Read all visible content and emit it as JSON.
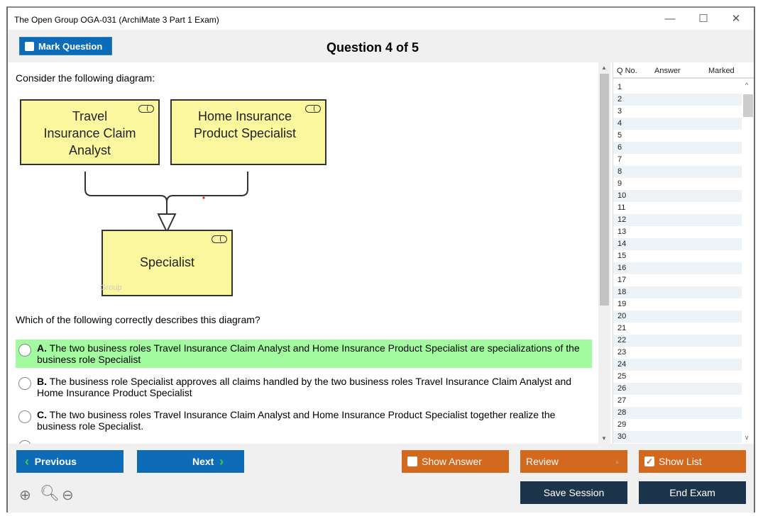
{
  "window": {
    "title": "The Open Group OGA-031 (ArchiMate 3 Part 1 Exam)",
    "minimize": "—",
    "maximize": "☐",
    "close": "✕"
  },
  "toolbar": {
    "mark_label": "Mark Question",
    "question_title": "Question 4 of 5"
  },
  "question": {
    "prompt": "Consider the following diagram:",
    "diagram": {
      "boxes": [
        "Travel Insurance Claim Analyst",
        "Home Insurance Product Specialist",
        "Specialist"
      ],
      "watermark": "Group",
      "relationship": "specialization"
    },
    "stem": "Which of the following correctly describes this diagram?",
    "options": [
      {
        "letter": "A.",
        "text": "The two business roles Travel Insurance Claim Analyst and Home Insurance Product Specialist are specializations of the business role Specialist",
        "selected": true
      },
      {
        "letter": "B.",
        "text": "The business role Specialist approves all claims handled by the two business roles Travel Insurance Claim Analyst and Home Insurance Product Specialist",
        "selected": false
      },
      {
        "letter": "C.",
        "text": "The two business roles Travel Insurance Claim Analyst and Home Insurance Product Specialist together realize the business role Specialist.",
        "selected": false
      }
    ],
    "highlight_color": "#a2fc9f"
  },
  "question_list": {
    "headers": {
      "qno": "Q No.",
      "answer": "Answer",
      "marked": "Marked"
    },
    "rows": [
      "1",
      "2",
      "3",
      "4",
      "5",
      "6",
      "7",
      "8",
      "9",
      "10",
      "11",
      "12",
      "13",
      "14",
      "15",
      "16",
      "17",
      "18",
      "19",
      "20",
      "21",
      "22",
      "23",
      "24",
      "25",
      "26",
      "27",
      "28",
      "29",
      "30"
    ]
  },
  "footer": {
    "previous": "Previous",
    "next": "Next",
    "show_answer": "Show Answer",
    "show_answer_checked": false,
    "review": "Review",
    "show_list": "Show List",
    "show_list_checked": true,
    "save_session": "Save Session",
    "end_exam": "End Exam",
    "zoom_icons": [
      "zoom-in-icon",
      "zoom-reset-icon",
      "zoom-out-icon"
    ]
  },
  "colors": {
    "blue": "#0e6bb8",
    "orange": "#d2691e",
    "navy": "#1c344a",
    "role_fill": "#fbf79f"
  }
}
